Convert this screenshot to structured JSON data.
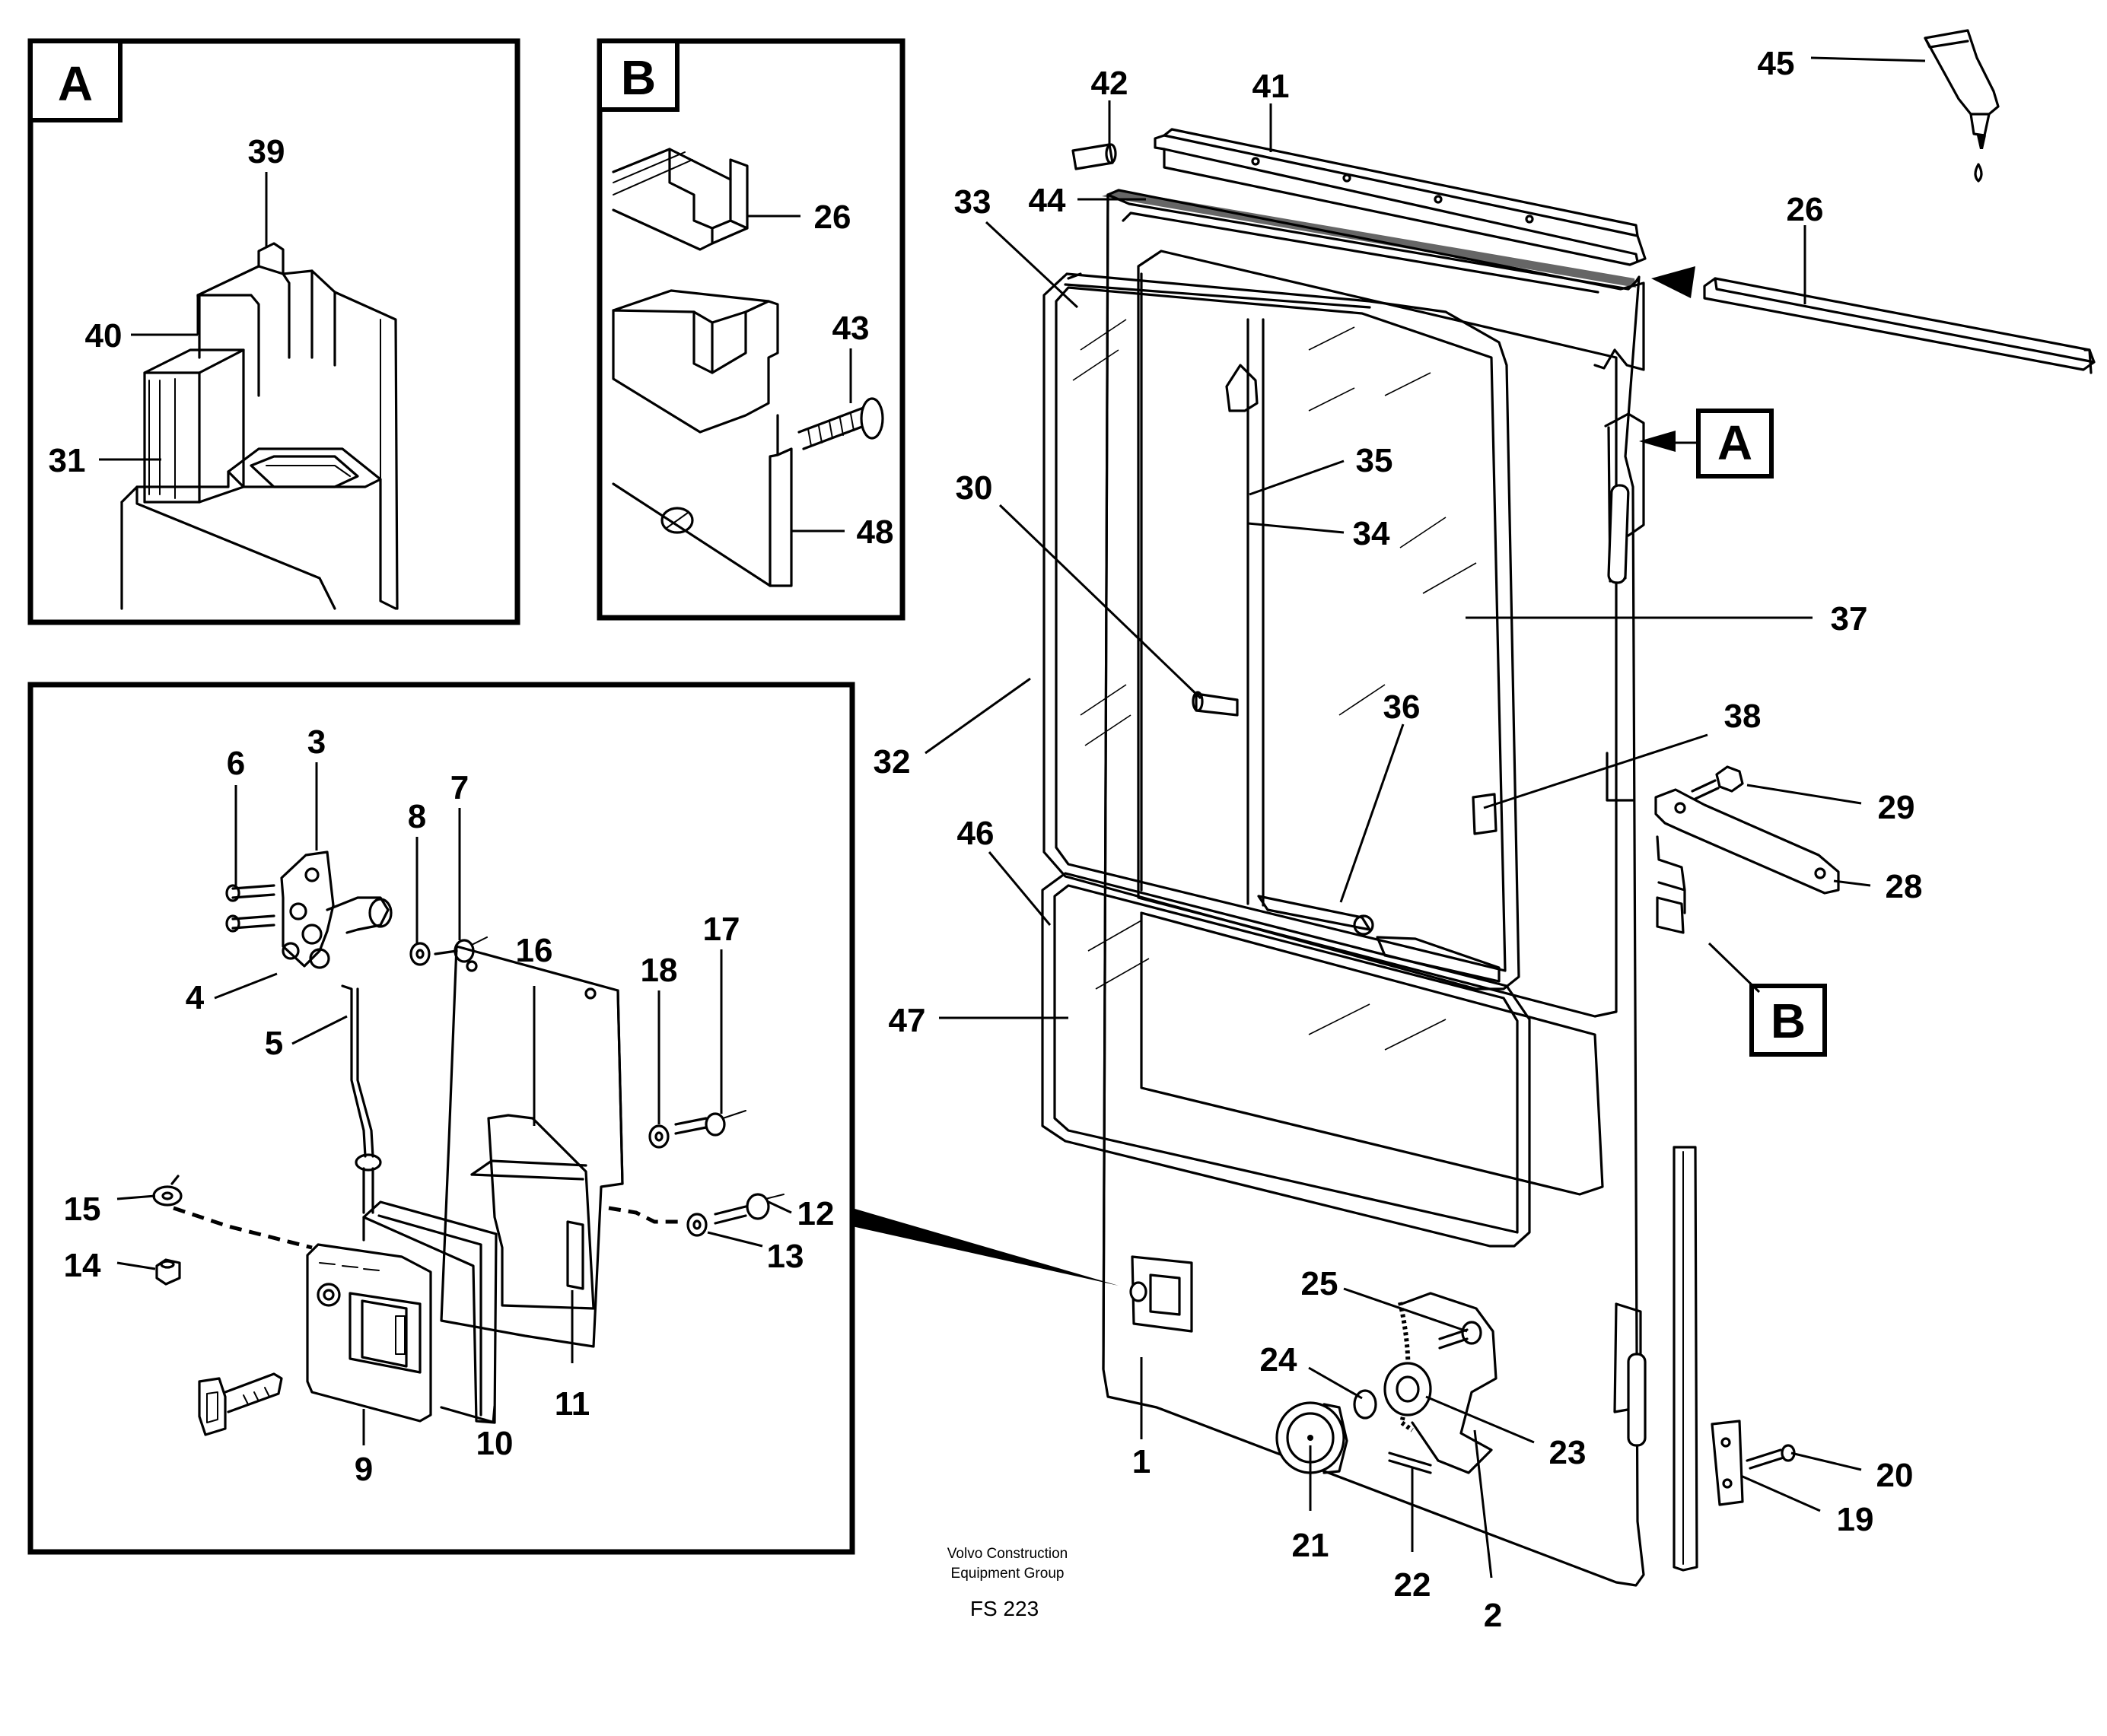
{
  "diagram": {
    "footer": {
      "company_line1": "Volvo Construction",
      "company_line2": "Equipment Group",
      "code": "FS 223"
    },
    "detail_boxes": {
      "A": "A",
      "B": "B"
    },
    "callouts": {
      "A": "A",
      "B": "B"
    },
    "labels": {
      "p1": "1",
      "p2": "2",
      "p3": "3",
      "p4": "4",
      "p5": "5",
      "p6": "6",
      "p7": "7",
      "p8": "8",
      "p9": "9",
      "p10": "10",
      "p11": "11",
      "p12": "12",
      "p13": "13",
      "p14": "14",
      "p15": "15",
      "p16": "16",
      "p17": "17",
      "p18": "18",
      "p19": "19",
      "p20": "20",
      "p21": "21",
      "p22": "22",
      "p23": "23",
      "p24": "24",
      "p25": "25",
      "p26": "26",
      "p26b": "26",
      "p28": "28",
      "p29": "29",
      "p30": "30",
      "p31": "31",
      "p32": "32",
      "p33": "33",
      "p34": "34",
      "p35": "35",
      "p36": "36",
      "p37": "37",
      "p38": "38",
      "p39": "39",
      "p40": "40",
      "p41": "41",
      "p42": "42",
      "p43": "43",
      "p44": "44",
      "p45": "45",
      "p46": "46",
      "p47": "47",
      "p48": "48"
    }
  }
}
